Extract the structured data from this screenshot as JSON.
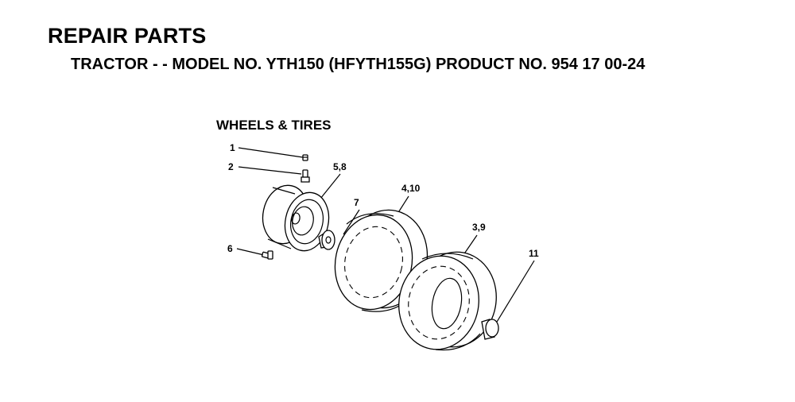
{
  "header": {
    "title": "REPAIR PARTS",
    "subtitle": "TRACTOR - - MODEL NO. YTH150 (HFYTH155G) PRODUCT NO. 954 17 00-24"
  },
  "section": {
    "title": "WHEELS & TIRES"
  },
  "callouts": {
    "c1": "1",
    "c2": "2",
    "c58": "5,8",
    "c7": "7",
    "c410": "4,10",
    "c39": "3,9",
    "c6": "6",
    "c11": "11"
  }
}
